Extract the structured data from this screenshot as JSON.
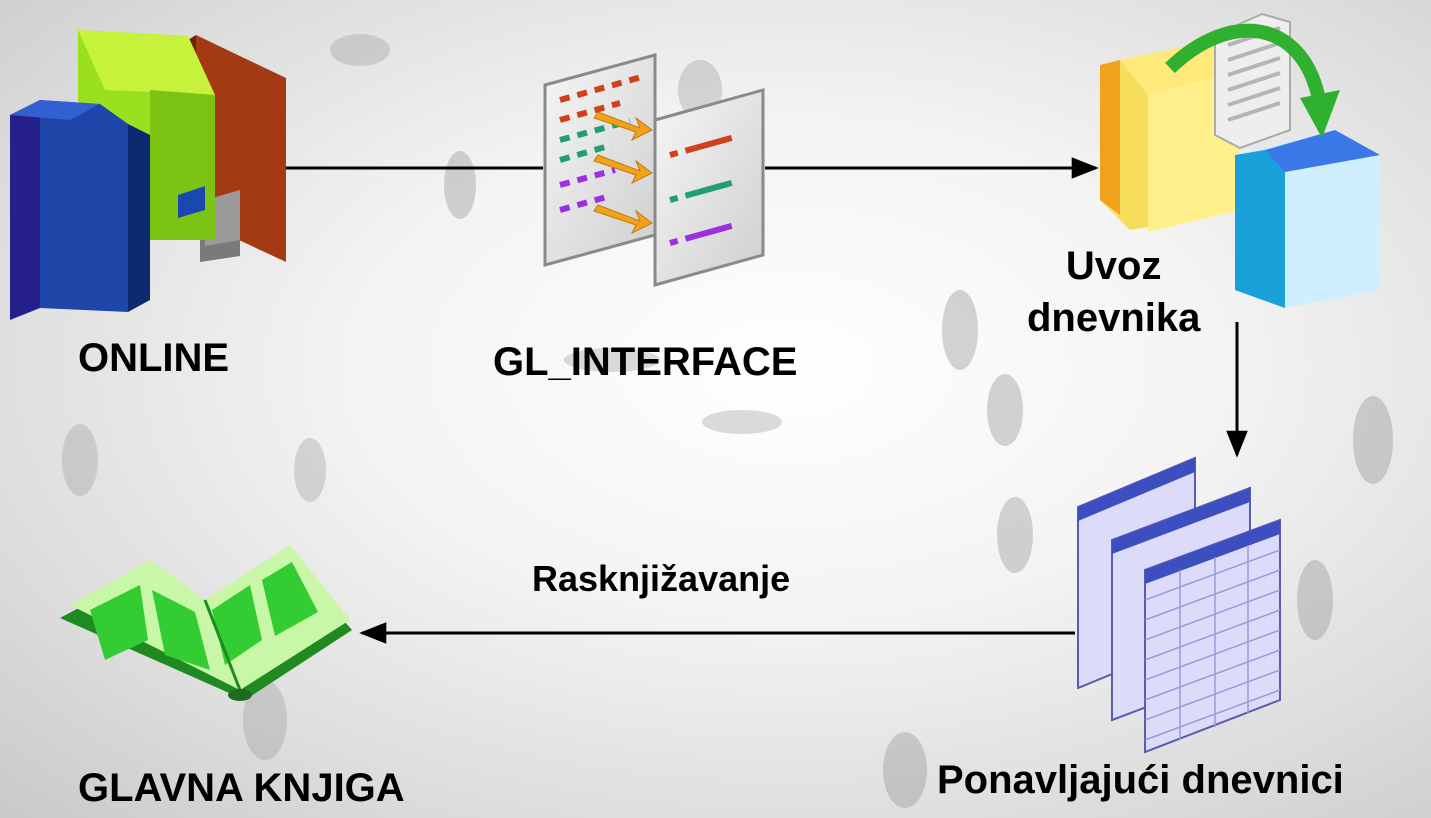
{
  "nodes": {
    "online": "ONLINE",
    "gl_interface": "GL_INTERFACE",
    "journal_import_line1": "Uvoz",
    "journal_import_line2": "dnevnika",
    "general_ledger": "GLAVNA KNJIGA",
    "recurring_journals": "Ponavljajući dnevnici"
  },
  "edges": {
    "posting": "Rasknjižavanje"
  },
  "icons": {
    "online": "books-icon",
    "gl_interface": "mapping-sheets-icon",
    "journal_import": "folder-transfer-icon",
    "recurring_journals": "spreadsheets-icon",
    "general_ledger": "open-book-icon"
  },
  "colors": {
    "arrow": "#000000",
    "book_green": "#33cc33"
  }
}
